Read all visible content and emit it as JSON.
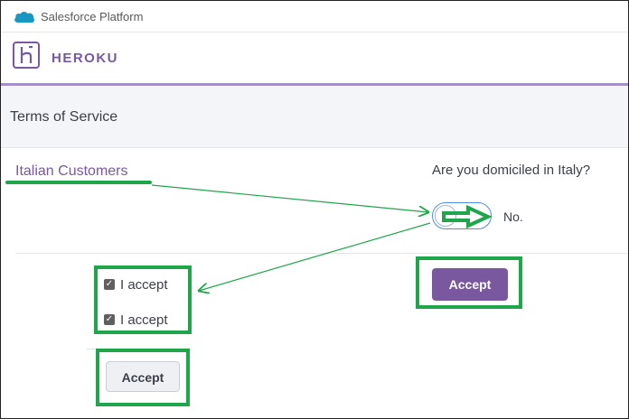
{
  "platform": {
    "title": "Salesforce Platform",
    "logo_icon": "salesforce-cloud-icon"
  },
  "brand": {
    "name": "HEROKU",
    "logo_icon": "heroku-logo-icon",
    "color": "#79589f"
  },
  "section": {
    "title": "Terms of Service"
  },
  "customers": {
    "label": "Italian Customers"
  },
  "question": {
    "text": "Are you domiciled in Italy?",
    "toggle_label": "No.",
    "toggle_checked": false
  },
  "checkboxes": [
    {
      "label": "I accept",
      "checked": true
    },
    {
      "label": "I accept",
      "checked": true
    }
  ],
  "buttons": {
    "accept_primary": "Accept",
    "accept_secondary": "Accept"
  },
  "colors": {
    "annotation": "#1fa64a",
    "accent": "#79589f",
    "toggle_border": "#4a90e2"
  }
}
